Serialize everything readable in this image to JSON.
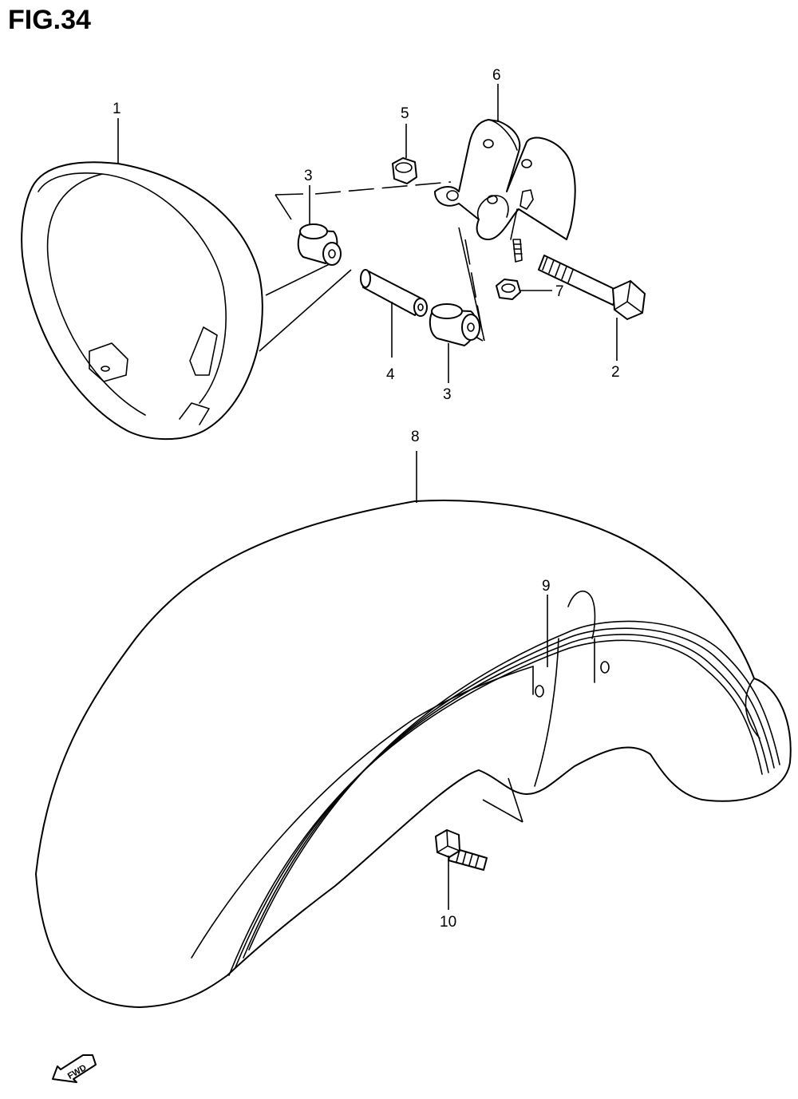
{
  "figure": {
    "title": "FIG.34"
  },
  "callouts": {
    "p1": "1",
    "p2": "2",
    "p3a": "3",
    "p3b": "3",
    "p4": "4",
    "p5": "5",
    "p6": "6",
    "p7": "7",
    "p8": "8",
    "p9": "9",
    "p10": "10"
  },
  "direction_badge": {
    "label": "FWD"
  },
  "icons": {
    "direction": "fwd-arrow-icon"
  }
}
